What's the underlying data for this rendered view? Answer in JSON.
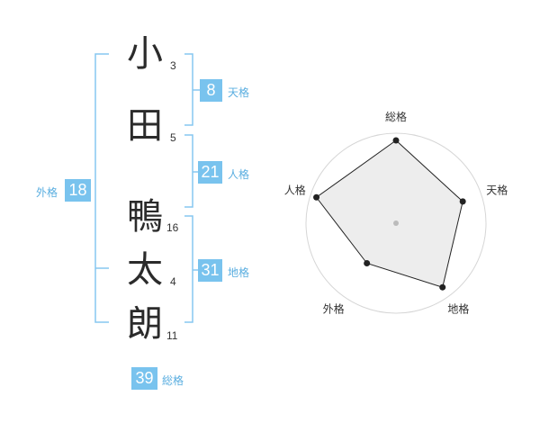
{
  "characters": [
    {
      "char": "小",
      "strokes": "3"
    },
    {
      "char": "田",
      "strokes": "5"
    },
    {
      "char": "鴨",
      "strokes": "16"
    },
    {
      "char": "太",
      "strokes": "4"
    },
    {
      "char": "朗",
      "strokes": "11"
    }
  ],
  "fortunes": {
    "tenkaku": {
      "label": "天格",
      "value": "8"
    },
    "jinkaku": {
      "label": "人格",
      "value": "21"
    },
    "chikaku": {
      "label": "地格",
      "value": "31"
    },
    "gaikaku": {
      "label": "外格",
      "value": "18"
    },
    "soukaku": {
      "label": "総格",
      "value": "39"
    }
  },
  "colors": {
    "accent": "#79c3ee",
    "bracket": "#86c7f0",
    "text": "#2b2b2b"
  },
  "chart_data": {
    "type": "radar",
    "axes": [
      "総格",
      "天格",
      "地格",
      "外格",
      "人格"
    ],
    "values": [
      0.92,
      0.78,
      0.88,
      0.55,
      0.93
    ],
    "range": [
      0,
      1
    ],
    "rings": 5
  }
}
